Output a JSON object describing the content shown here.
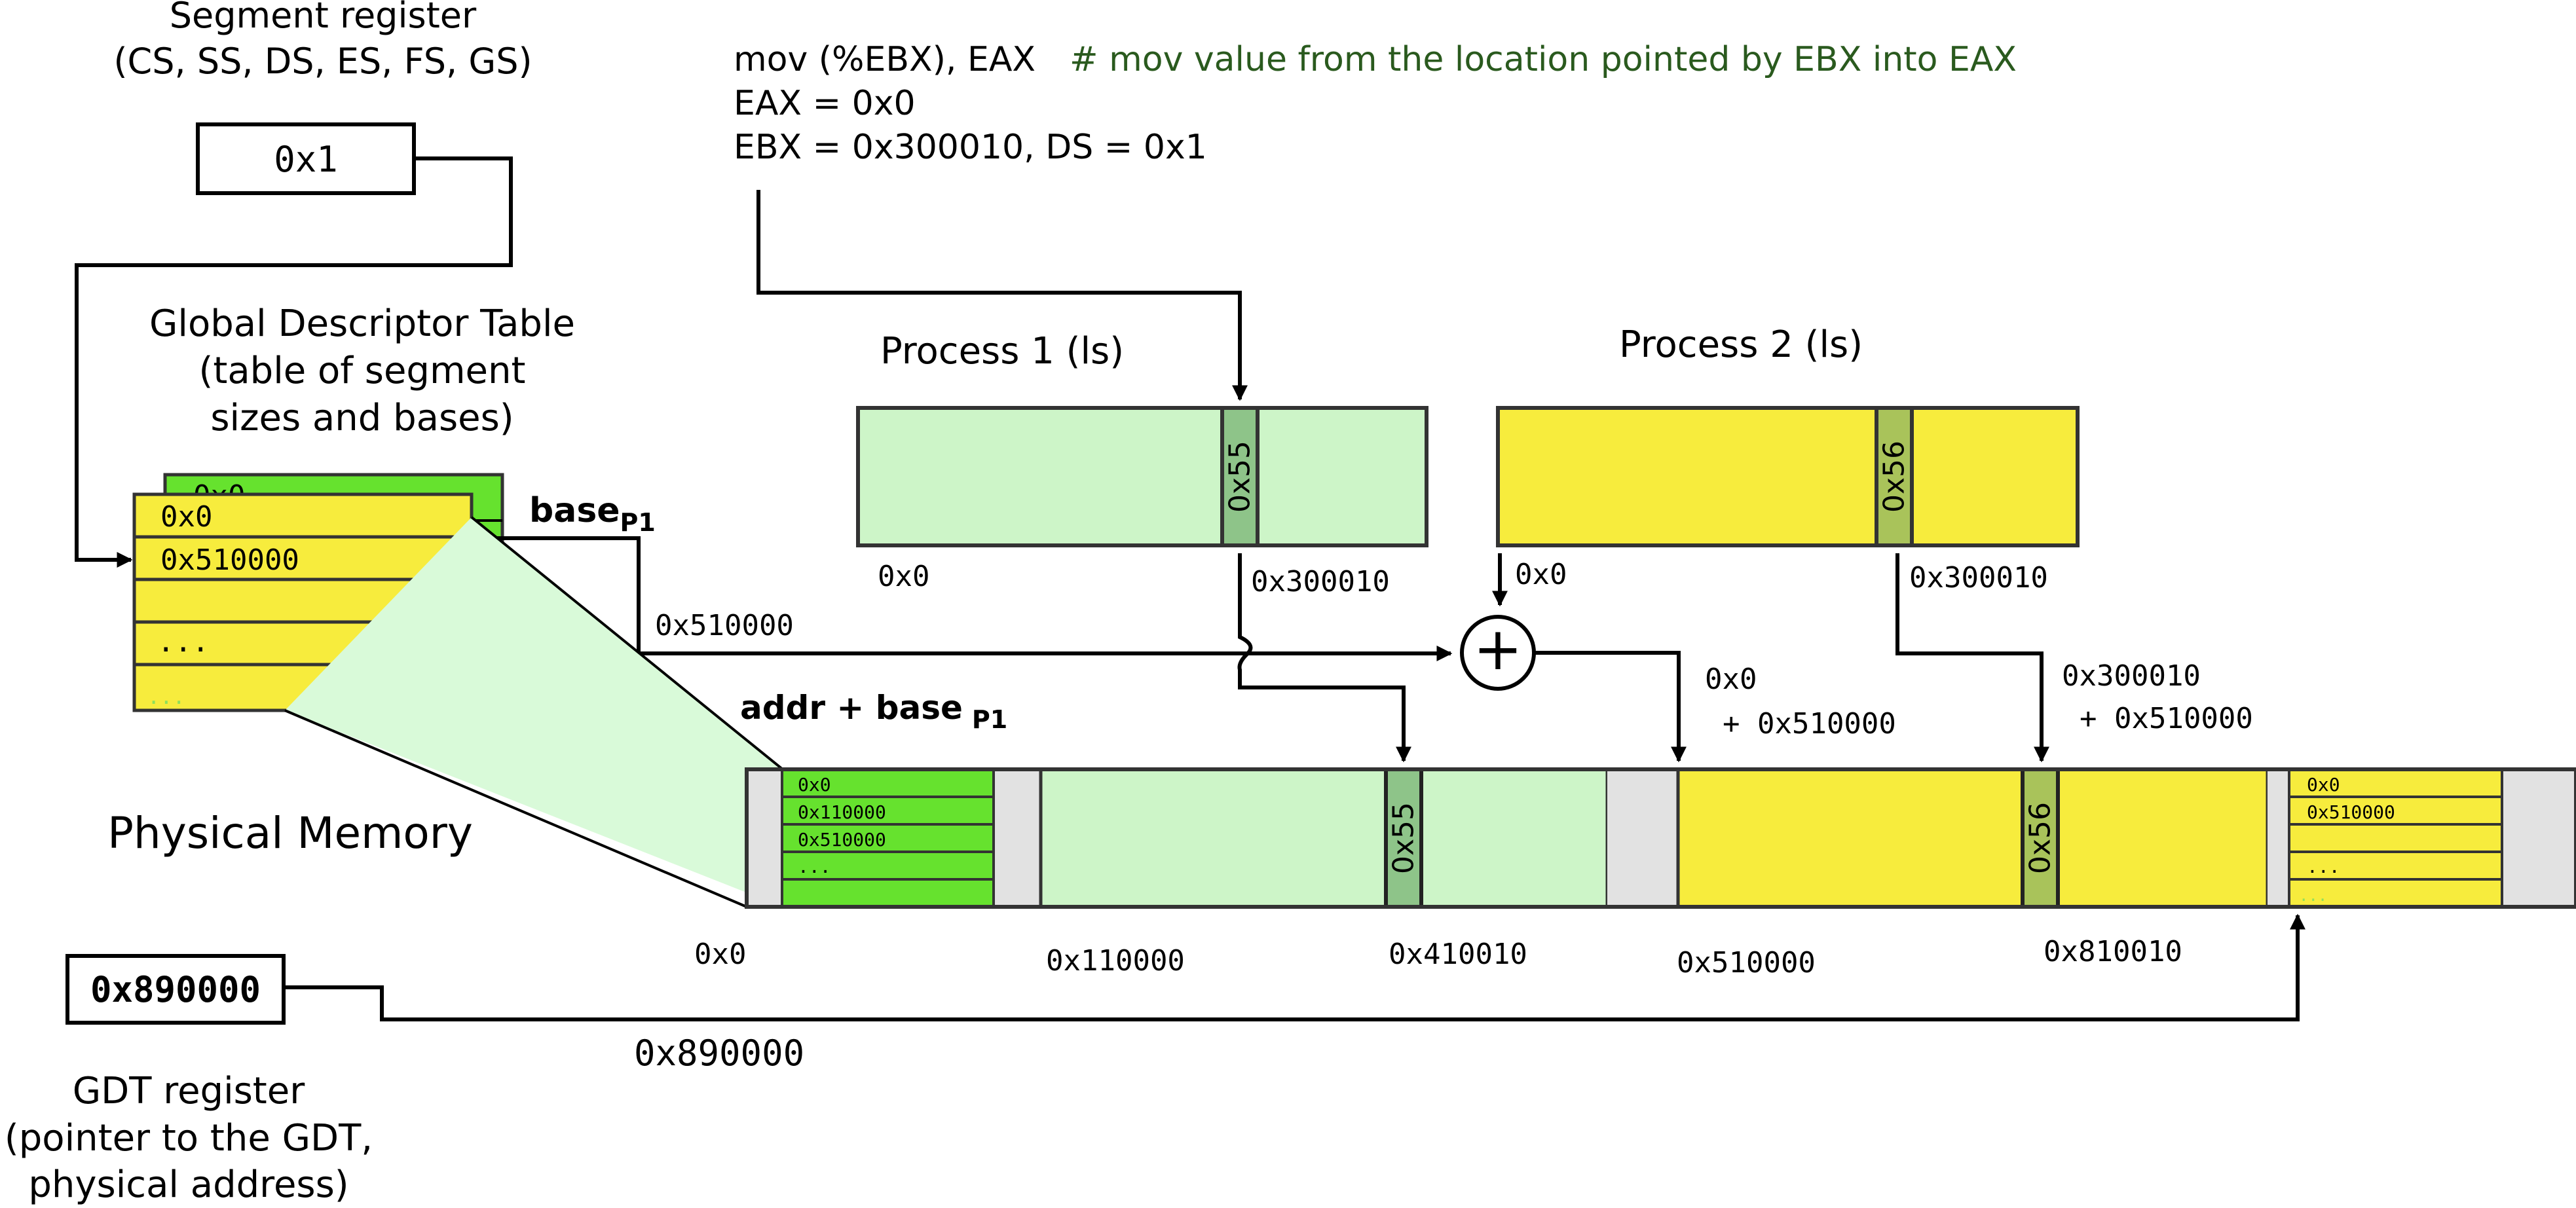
{
  "colors": {
    "green": "#66e22e",
    "light_green": "#cdf5c8",
    "yellow": "#f7ec3d",
    "olive": "#a9c35a",
    "sage": "#8ec489",
    "gray": "#e2e2e2",
    "fan": "#d9fad9",
    "comment": "#2a5a1e"
  },
  "segment_register": {
    "title": "Segment register",
    "subtitle": "(CS, SS, DS, ES, FS, GS)",
    "value": "0x1"
  },
  "gdt": {
    "title_lines": [
      "Global Descriptor Table",
      "(table of segment",
      "sizes and bases)"
    ],
    "back_entry": "0x0",
    "entries": [
      "0x0",
      "0x510000",
      "",
      "...",
      "..."
    ]
  },
  "code": {
    "instruction": "mov (%EBX), EAX",
    "comment": "# mov value from the  location pointed by EBX into EAX",
    "line2": "EAX = 0x0",
    "line3": "EBX = 0x300010, DS = 0x1"
  },
  "process1": {
    "title": "Process 1 (ls)",
    "cell": "0x55",
    "start": "0x0",
    "offset": "0x300010"
  },
  "process2": {
    "title": "Process 2 (ls)",
    "cell": "0x56",
    "start": "0x0",
    "offset": "0x300010"
  },
  "labels": {
    "base_p1": "base",
    "base_p1_sub": "P1",
    "base_value": "0x510000",
    "addr_base": "addr + base",
    "addr_base_sub": "P1",
    "p1_sum_line1": "0x0",
    "p1_sum_line2": "+ 0x510000",
    "p2_sum_line1": "0x300010",
    "p2_sum_line2": "+ 0x510000",
    "plus": "+"
  },
  "physical_memory": {
    "title": "Physical Memory",
    "gdt_copy_entries": [
      "0x0",
      "0x110000",
      "0x510000",
      "...",
      ""
    ],
    "p2_gdt_entries": [
      "0x0",
      "0x510000",
      "",
      "...",
      "..."
    ],
    "cell1": "0x55",
    "cell2": "0x56",
    "addresses": [
      "0x0",
      "0x110000",
      "0x410010",
      "0x510000",
      "0x810010"
    ]
  },
  "gdt_register": {
    "value": "0x890000",
    "pointer_label": "0x890000",
    "caption_lines": [
      "GDT register",
      "(pointer to the GDT,",
      "physical address)"
    ]
  }
}
